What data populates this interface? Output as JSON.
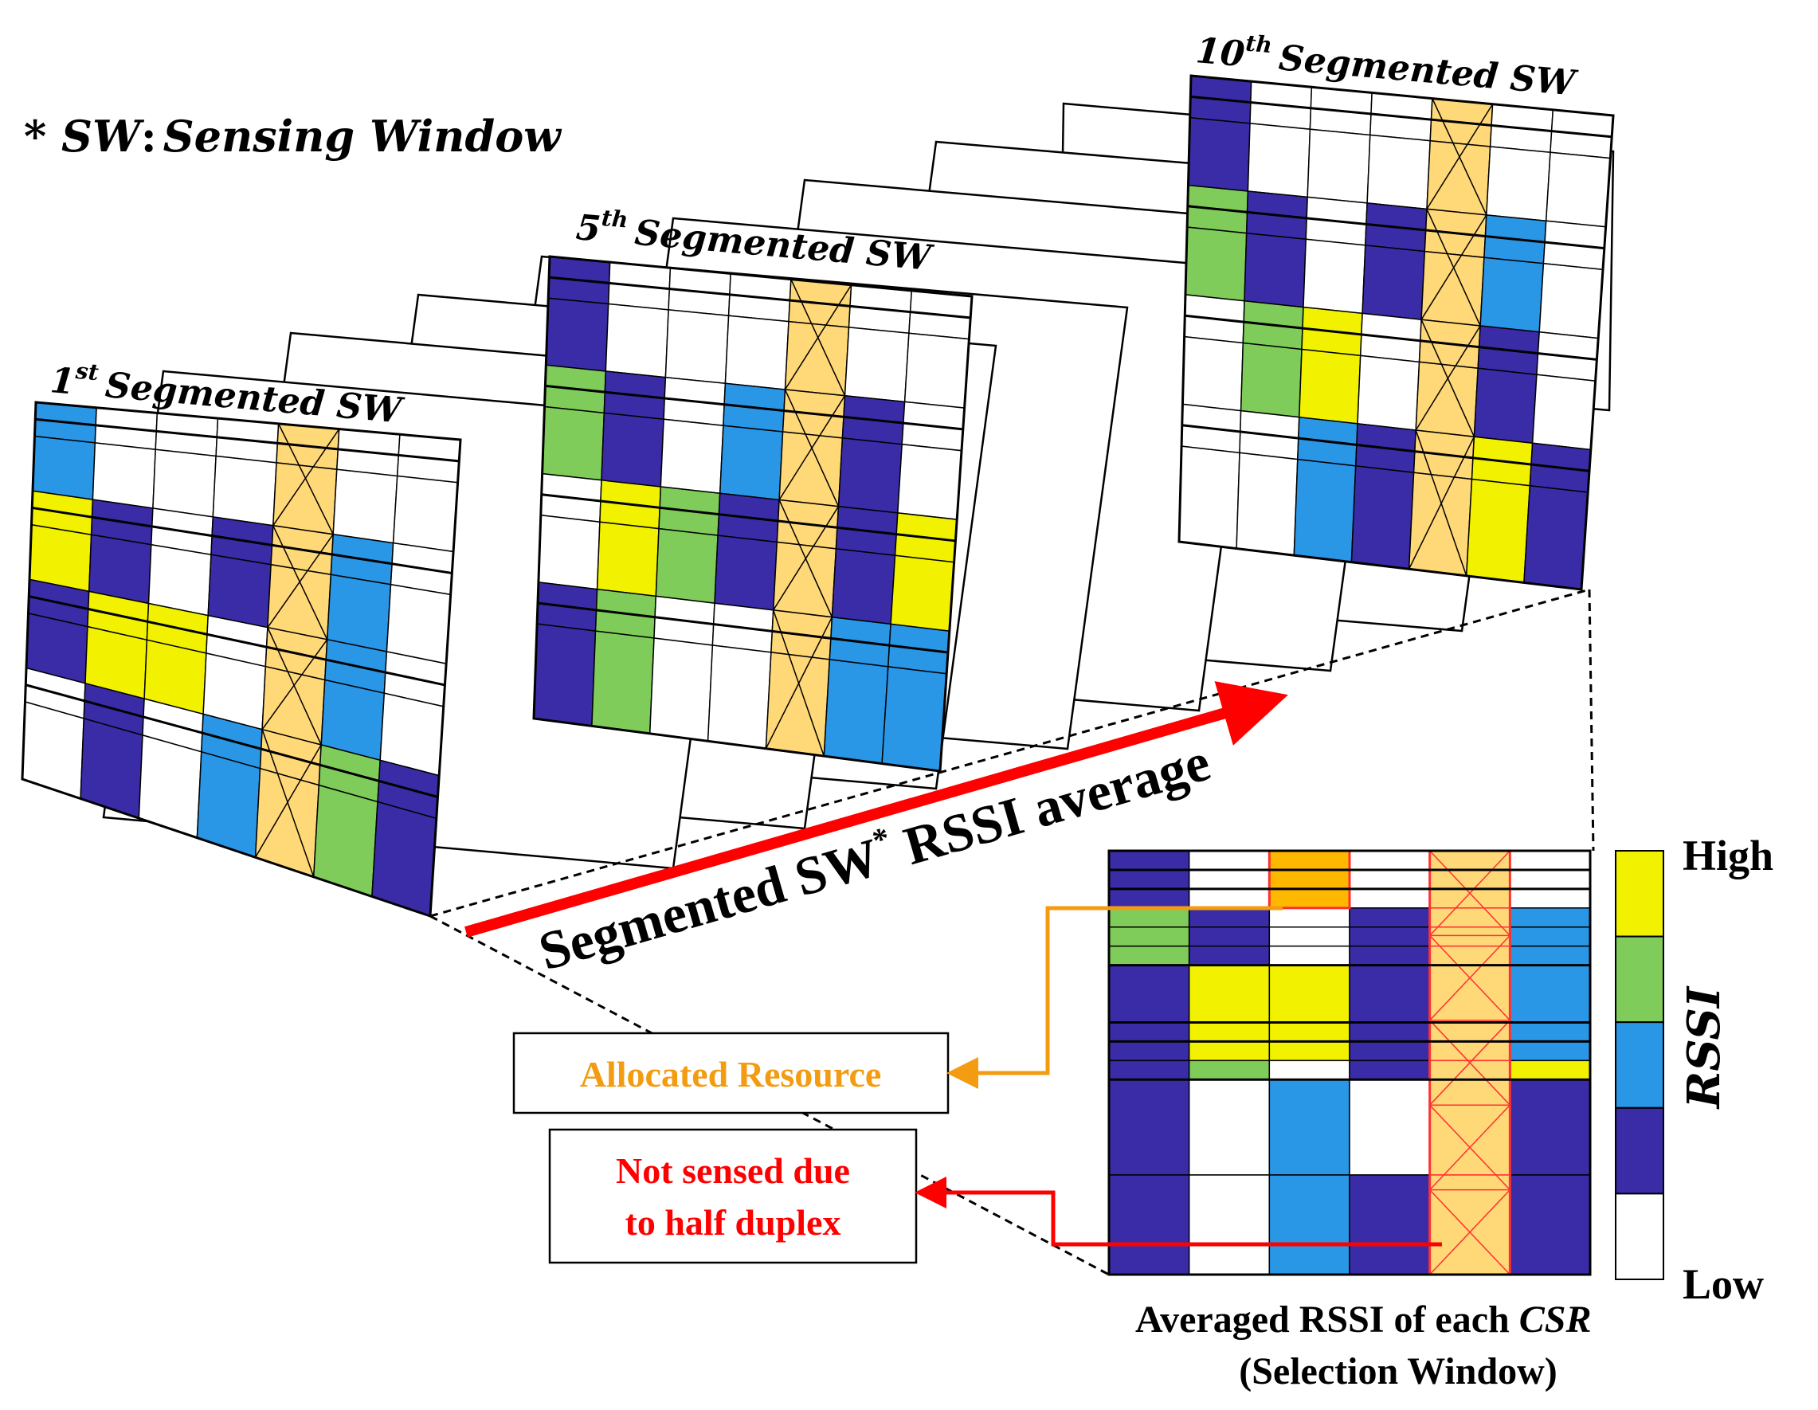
{
  "note": {
    "prefix": "* SW",
    "colon": ":",
    "text": "Sensing Window"
  },
  "panels": [
    {
      "id": "first",
      "number": "1",
      "suffix": "st",
      "label": "Segmented SW"
    },
    {
      "id": "fifth",
      "number": "5",
      "suffix": "th",
      "label": "Segmented SW"
    },
    {
      "id": "tenth",
      "number": "10",
      "suffix": "th",
      "label": "Segmented SW"
    }
  ],
  "arrow_label": {
    "main": "Segmented SW",
    "sup": "*",
    "rest": " RSSI average"
  },
  "selection": {
    "caption_prefix": "Averaged RSSI of each ",
    "caption_csr": "CSR",
    "caption_line2": "(Selection Window)"
  },
  "callouts": {
    "allocated": "Allocated Resource",
    "not_sensed_line1": "Not sensed due",
    "not_sensed_line2": "to half duplex"
  },
  "legend": {
    "high": "High",
    "low": "Low",
    "axis": "RSSI",
    "levels": [
      "yellow",
      "green",
      "light-blue",
      "dark-blue",
      "white"
    ]
  },
  "colors": {
    "yellow": "#f2f200",
    "green": "#7fcc5a",
    "light_blue": "#2a96e6",
    "dark_blue": "#3a2ca6",
    "orange": "#ffb800",
    "half_duplex_column": "#ffd878",
    "allocated_text": "#f39c12",
    "red": "#ff0000"
  }
}
